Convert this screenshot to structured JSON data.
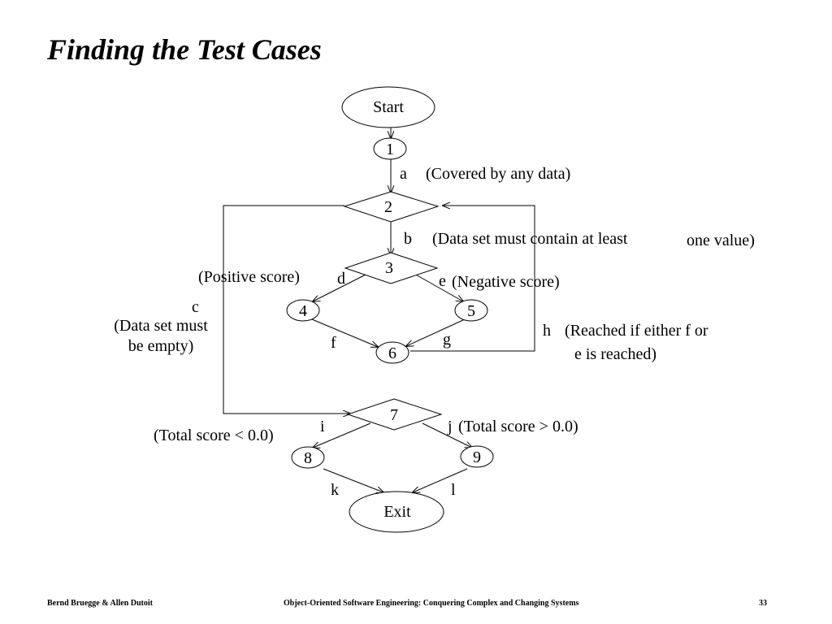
{
  "title": "Finding the Test Cases",
  "diagram": {
    "nodes": {
      "start": "Start",
      "n1": "1",
      "n2": "2",
      "n3": "3",
      "n4": "4",
      "n5": "5",
      "n6": "6",
      "n7": "7",
      "n8": "8",
      "n9": "9",
      "exit": "Exit"
    },
    "edges": {
      "a": "a",
      "b": "b",
      "c": "c",
      "d": "d",
      "e": "e",
      "f": "f",
      "g": "g",
      "h": "h",
      "i": "i",
      "j": "j",
      "k": "k",
      "l": "l"
    },
    "notes": {
      "a": "(Covered by any data)",
      "b_part1": "(Data set must contain at least",
      "b_part2": "one value)",
      "d": "(Positive score)",
      "e": "(Negative score)",
      "c_line1": "(Data set must",
      "c_line2": "be empty)",
      "h_line1": "(Reached if either f or",
      "h_line2": "e is reached)",
      "i": "(Total score < 0.0)",
      "j": "(Total score > 0.0)"
    }
  },
  "footer": {
    "authors": "Bernd Bruegge & Allen Dutoit",
    "book": "Object-Oriented Software Engineering: Conquering Complex and Changing Systems",
    "page": "33"
  }
}
